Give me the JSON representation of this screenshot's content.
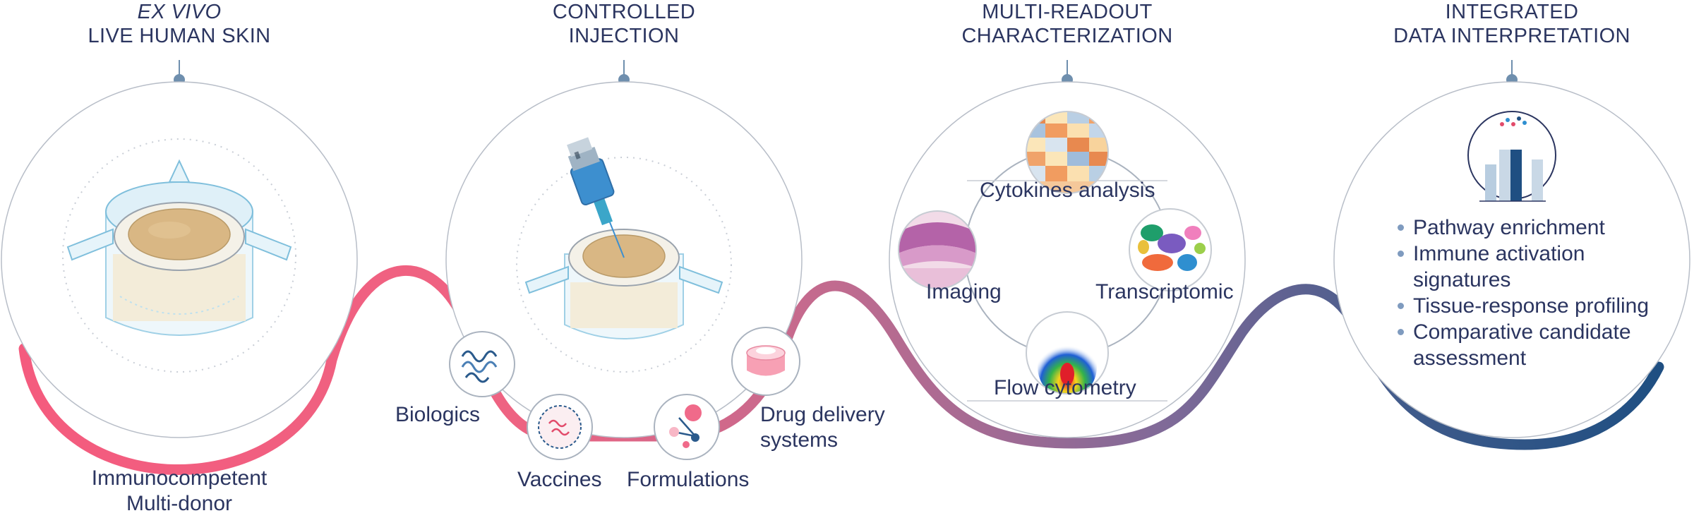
{
  "headers": {
    "col1_line1": "EX VIVO",
    "col1_line2": "LIVE HUMAN SKIN",
    "col2_line1": "CONTROLLED",
    "col2_line2": "INJECTION",
    "col3_line1": "MULTI-READOUT",
    "col3_line2": "CHARACTERIZATION",
    "col4_line1": "INTEGRATED",
    "col4_line2": "DATA INTERPRETATION"
  },
  "skin": {
    "line1": "Immunocompetent",
    "line2": "Multi-donor"
  },
  "modalities": {
    "biologics": "Biologics",
    "vaccines": "Vaccines",
    "formulations": "Formulations",
    "drug_delivery_line1": "Drug delivery",
    "drug_delivery_line2": "systems"
  },
  "readouts": {
    "cytokines": "Cytokines analysis",
    "imaging": "Imaging",
    "transcriptomic": "Transcriptomic",
    "flow": "Flow cytometry"
  },
  "interpretation": {
    "b1": "Pathway enrichment",
    "b2a": "Immune activation",
    "b2b": "signatures",
    "b3": "Tissue-response profiling",
    "b4a": "Comparative candidate",
    "b4b": "assessment"
  },
  "colors": {
    "path_start": "#f45b7e",
    "path_mid": "#b06a92",
    "path_end": "#1f4f82",
    "text": "#2b3560",
    "connector": "#6f8fae"
  }
}
